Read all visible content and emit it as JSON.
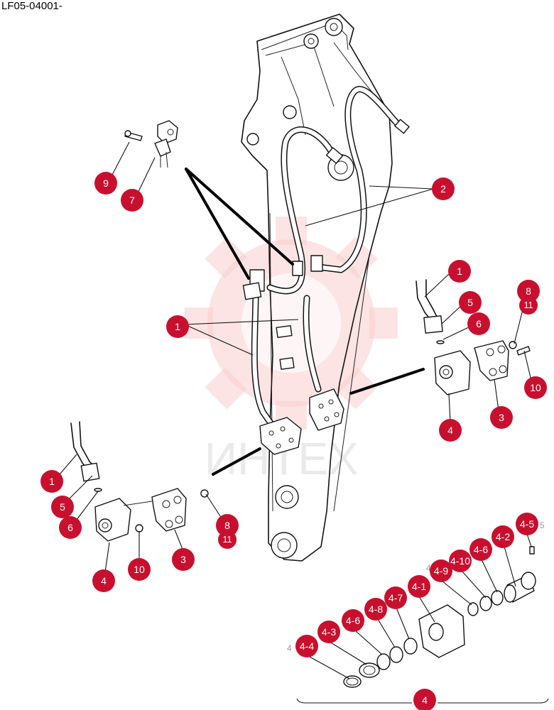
{
  "document": {
    "code": "LF05-04001-"
  },
  "watermark": {
    "text": "ИНТЕХ",
    "color": "#f5b8b8"
  },
  "colors": {
    "callout": "#c8102e",
    "callout_text": "#ffffff",
    "lines": "#111111"
  },
  "callouts": [
    {
      "id": "c9",
      "label": "9"
    },
    {
      "id": "c7",
      "label": "7"
    },
    {
      "id": "c2",
      "label": "2"
    },
    {
      "id": "c1a",
      "label": "1"
    },
    {
      "id": "c1b",
      "label": "1"
    },
    {
      "id": "c1c",
      "label": "1"
    },
    {
      "id": "c5a",
      "label": "5"
    },
    {
      "id": "c6a",
      "label": "6"
    },
    {
      "id": "c8a",
      "label": "8"
    },
    {
      "id": "c11a",
      "label": "11"
    },
    {
      "id": "c10a",
      "label": "10"
    },
    {
      "id": "c3a",
      "label": "3"
    },
    {
      "id": "c4a",
      "label": "4"
    },
    {
      "id": "c5b",
      "label": "5"
    },
    {
      "id": "c6b",
      "label": "6"
    },
    {
      "id": "c4b",
      "label": "4"
    },
    {
      "id": "c10b",
      "label": "10"
    },
    {
      "id": "c3b",
      "label": "3"
    },
    {
      "id": "c8b",
      "label": "8"
    },
    {
      "id": "c11b",
      "label": "11"
    },
    {
      "id": "c4-5",
      "label": "4-5"
    },
    {
      "id": "c4-2",
      "label": "4-2"
    },
    {
      "id": "c4-6a",
      "label": "4-6"
    },
    {
      "id": "c4-10",
      "label": "4-10"
    },
    {
      "id": "c4-9",
      "label": "4-9"
    },
    {
      "id": "c4-1",
      "label": "4-1"
    },
    {
      "id": "c4-7",
      "label": "4-7"
    },
    {
      "id": "c4-8",
      "label": "4-8"
    },
    {
      "id": "c4-6b",
      "label": "4-6"
    },
    {
      "id": "c4-3",
      "label": "4-3"
    },
    {
      "id": "c4-4",
      "label": "4-4"
    },
    {
      "id": "c4c",
      "label": "4"
    }
  ]
}
